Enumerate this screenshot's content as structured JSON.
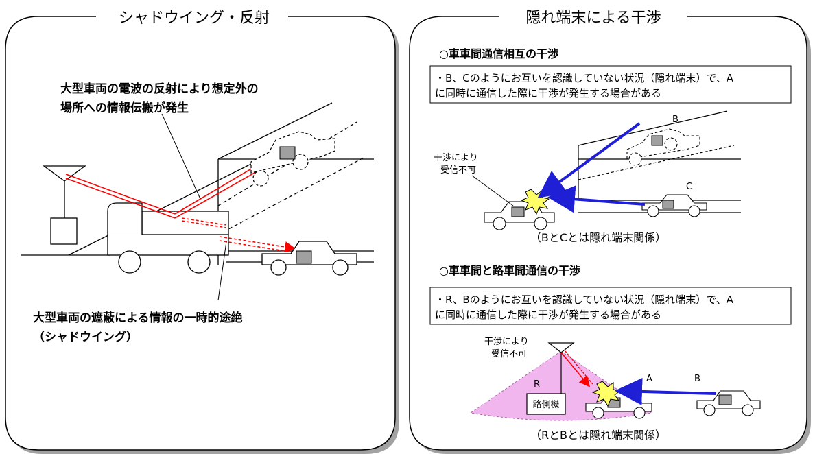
{
  "left_panel": {
    "title": "シャドウイング・反射",
    "reflection_caption": [
      "大型車両の電波の反射により想定外の",
      "場所への情報伝搬が発生"
    ],
    "shadowing_caption": [
      "大型車両の遮蔽による情報の一時的途絶",
      "（シャドウイング）"
    ]
  },
  "right_panel": {
    "title": "隠れ端末による干渉",
    "section1": {
      "heading": "○車車間通信相互の干渉",
      "note": [
        "・B、Cのようにお互いを認識していない状況（隠れ端末）で、A",
        "に同時に通信した際に干渉が発生する場合がある"
      ],
      "interference_label": [
        "干渉により",
        "受信不可"
      ],
      "label_b": "B",
      "label_c": "C",
      "relation": "（BとCとは隠れ端末関係）"
    },
    "section2": {
      "heading": "○車車間と路車間通信の干渉",
      "note": [
        "・R、Bのようにお互いを認識していない状況（隠れ端末）で、A",
        "に同時に通信した際に干渉が発生する場合がある"
      ],
      "interference_label": [
        "干渉により",
        "受信不可"
      ],
      "label_r": "R",
      "label_a": "A",
      "label_b": "B",
      "roadside_unit": "路側機",
      "relation": "（RとBとは隠れ端末関係）"
    }
  },
  "colors": {
    "reflection_red": "#ff0000",
    "interference_blue": "#1f1fd6",
    "coverage_pink": "#f2b6ee",
    "car_window_gray": "#a0a0a0",
    "burst_yellow": "#ffff66"
  }
}
